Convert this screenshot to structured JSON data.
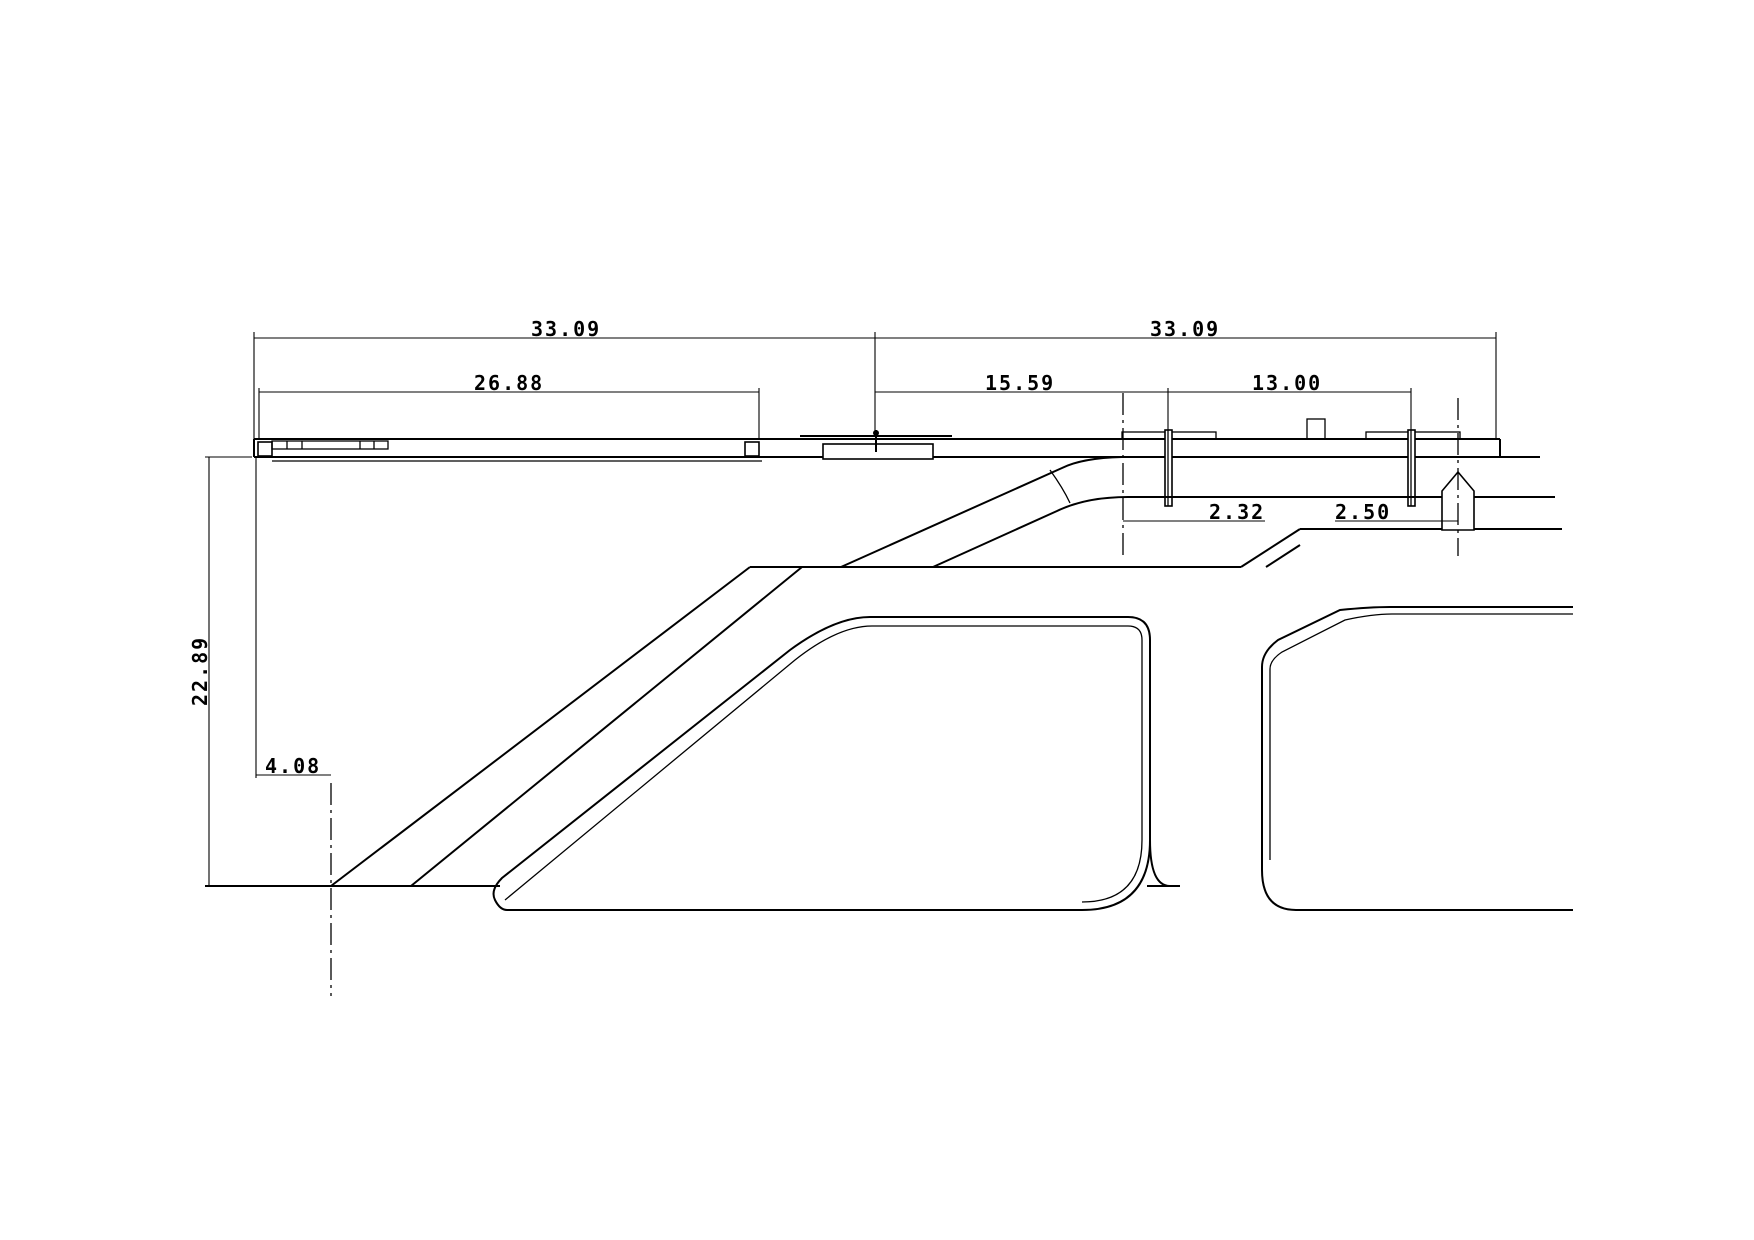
{
  "dimensions": {
    "overall_left": "33.09",
    "overall_right": "33.09",
    "top_bar_length": "26.88",
    "center_offset": "15.59",
    "bolt_spacing": "13.00",
    "bolt_offset_a": "2.32",
    "bolt_offset_b": "2.50",
    "height": "22.89",
    "toe_offset": "4.08"
  },
  "colors": {
    "line": "#000000",
    "background": "#ffffff"
  }
}
